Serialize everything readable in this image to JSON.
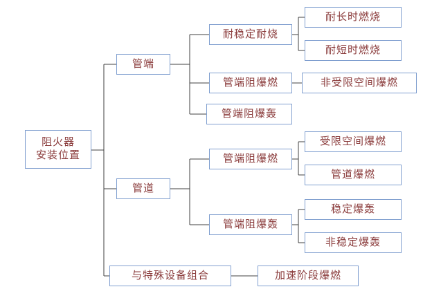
{
  "diagram_title": "阻火器安装位置",
  "colors": {
    "box_border": "#7f9ecf",
    "text": "#8b3c3c",
    "connector_line": "#404040",
    "background": "#ffffff"
  },
  "nodes": {
    "root": {
      "label": "阻火器安装位置",
      "line1": "阻火器",
      "line2": "安装位置"
    },
    "pipe_end": {
      "label": "管端"
    },
    "pipeline": {
      "label": "管道"
    },
    "special_equipment": {
      "label": "与特殊设备组合"
    },
    "stable_burning_resistant": {
      "label": "耐稳定耐烧"
    },
    "pipe_end_deflagration_arrest": {
      "label": "管端阻爆燃"
    },
    "pipe_end_detonation_arrest": {
      "label": "管端阻爆轰"
    },
    "pipeline_deflagration_arrest": {
      "label": "管端阻爆燃"
    },
    "pipeline_detonation_arrest": {
      "label": "管端阻爆轰"
    },
    "accelerated_stage_deflagration": {
      "label": "加速阶段爆燃"
    },
    "long_time_burning": {
      "label": "耐长时燃烧"
    },
    "short_time_burning": {
      "label": "耐短时燃烧"
    },
    "unconfined_space_deflagration": {
      "label": "非受限空间爆燃"
    },
    "confined_space_deflagration": {
      "label": "受限空间爆燃"
    },
    "pipeline_deflagration": {
      "label": "管道爆燃"
    },
    "stable_detonation": {
      "label": "稳定爆轰"
    },
    "unstable_detonation": {
      "label": "非稳定爆轰"
    }
  }
}
